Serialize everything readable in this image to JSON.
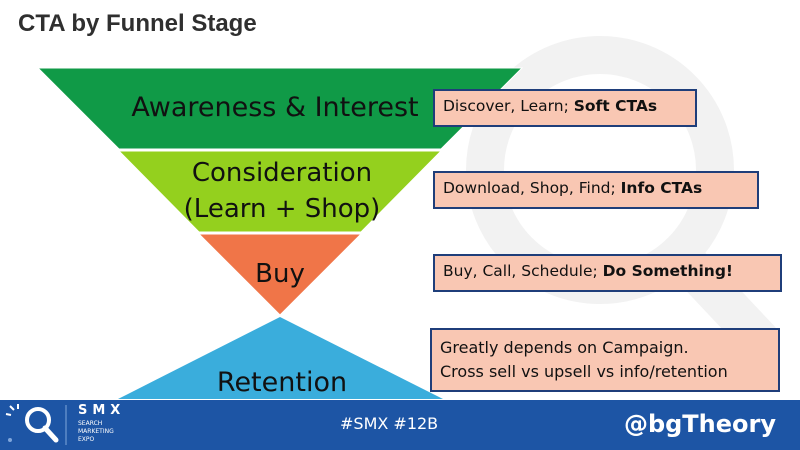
{
  "slide": {
    "title": "CTA by Funnel Stage"
  },
  "funnel": {
    "stages": [
      {
        "lines": [
          "Awareness & Interest"
        ],
        "color": "#109a47"
      },
      {
        "lines": [
          "Consideration",
          "(Learn + Shop)"
        ],
        "color": "#94d01e"
      },
      {
        "lines": [
          "Buy"
        ],
        "color": "#f07548"
      },
      {
        "lines": [
          "Retention"
        ],
        "color": "#3aaddc"
      }
    ]
  },
  "callouts": [
    {
      "prefix": "Discover, Learn; ",
      "bold": "Soft CTAs"
    },
    {
      "prefix": "Download, Shop, Find; ",
      "bold": "Info CTAs"
    },
    {
      "prefix": "Buy, Call, Schedule; ",
      "bold": "Do Something!"
    },
    {
      "line1": "Greatly depends on Campaign.",
      "line2": "Cross sell vs upsell vs info/retention"
    }
  ],
  "footer": {
    "hashtag": "#SMX #12B",
    "handle": "@bgTheory",
    "logo": {
      "name": "SMX",
      "line1": "SEARCH",
      "line2": "MARKETING",
      "line3": "EXPO"
    },
    "bg_color": "#1d55a5"
  }
}
